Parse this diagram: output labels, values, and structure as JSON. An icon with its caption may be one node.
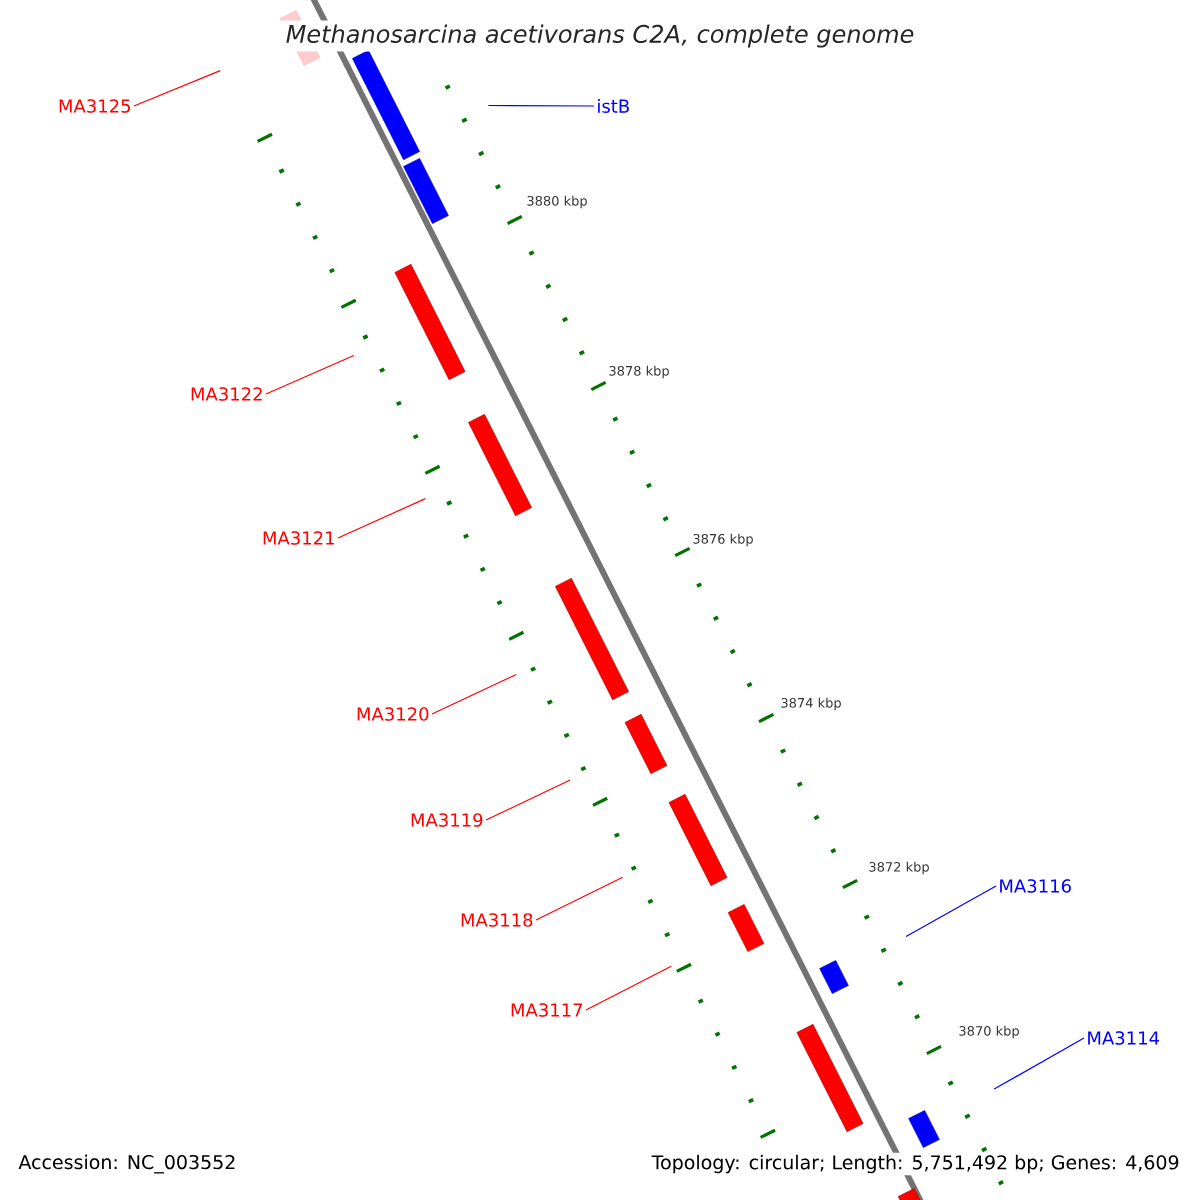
{
  "diagram": {
    "title": "Methanosarcina acetivorans C2A, complete genome",
    "nodes": [
      {
        "text": [
          "MA3125"
        ]
      },
      {
        "text": [],
        "shape": "bar"
      },
      {
        "text": [
          "istB"
        ]
      },
      {
        "text": [],
        "shape": "bar"
      },
      {
        "text": [],
        "shape": "bar"
      },
      {
        "text": [
          "MA3122"
        ]
      },
      {
        "text": [],
        "shape": "bar"
      },
      {
        "text": [
          "MA3121"
        ]
      },
      {
        "text": [],
        "shape": "bar"
      },
      {
        "text": [
          "MA3120"
        ]
      },
      {
        "text": [],
        "shape": "bar"
      },
      {
        "text": [
          "MA3119"
        ]
      },
      {
        "text": [],
        "shape": "bar"
      },
      {
        "text": [
          "MA3118"
        ]
      },
      {
        "text": [],
        "shape": "bar"
      },
      {
        "text": [
          "MA3117"
        ]
      },
      {
        "text": [],
        "shape": "bar"
      },
      {
        "text": [
          "MA3116"
        ]
      },
      {
        "text": [],
        "shape": "bar"
      },
      {
        "text": [],
        "shape": "bar"
      },
      {
        "text": [
          "MA3114"
        ]
      },
      {
        "text": [],
        "shape": "bar"
      },
      {
        "text": [],
        "shape": "bar"
      }
    ],
    "edges": [
      {
        "from": 0,
        "to": 1,
        "arrow": "none"
      },
      {
        "from": 2,
        "to": 3,
        "arrow": "none",
        "color": "#0000ff"
      },
      {
        "from": 5,
        "to": 6,
        "arrow": "none"
      },
      {
        "from": 7,
        "to": 8,
        "arrow": "none"
      },
      {
        "from": 9,
        "to": 10,
        "arrow": "none"
      },
      {
        "from": 11,
        "to": 12,
        "arrow": "none"
      },
      {
        "from": 13,
        "to": 14,
        "arrow": "none"
      },
      {
        "from": 15,
        "to": 16,
        "arrow": "none"
      },
      {
        "from": 17,
        "to": 18,
        "arrow": "none",
        "color": "#0000ff"
      },
      {
        "from": 20,
        "to": 21,
        "arrow": "none",
        "color": "#0000ff"
      }
    ],
    "labels": [
      "3880 kbp",
      "3878 kbp",
      "3876 kbp",
      "3874 kbp",
      "3872 kbp",
      "3870 kbp",
      "Accession: NC_003552",
      "Topology: circular; Length: 5,751,492 bp; Genes: 4,609"
    ]
  }
}
